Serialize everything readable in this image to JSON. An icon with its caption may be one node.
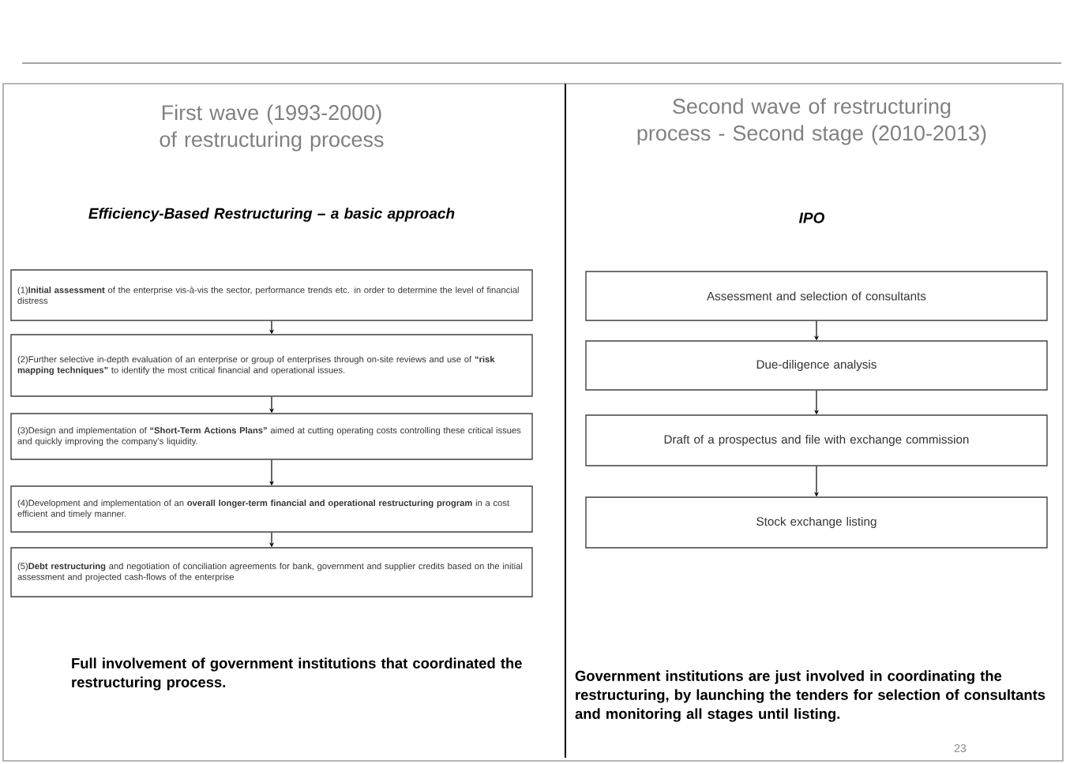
{
  "diagram": {
    "nodes": [
      {
        "text": [
          "(1)**Initial assessment** of the enterprise vis-à-vis the sector, performance trends etc. in order to determine the level of financial distress"
        ]
      },
      {
        "text": [
          "(2)Further selective in-depth evaluation of an enterprise or group of enterprises through on-site reviews and use of **“risk mapping techniques”** to identify the most critical financial and operational issues."
        ]
      },
      {
        "text": [
          "(3)Design and implementation of **“Short-Term Actions Plans”** aimed at cutting operating costs controlling these critical issues and quickly improving the company’s liquidity."
        ]
      },
      {
        "text": [
          "(4)Development and implementation of an **overall longer-term financial and operational restructuring program** in a cost efficient and timely manner."
        ]
      },
      {
        "text": [
          "(5)**Debt restructuring** and negotiation of conciliation agreements for bank, government and supplier credits based on the initial assessment and projected cash-flows of the enterprise"
        ]
      },
      {
        "text": [
          "Assessment and selection of consultants"
        ]
      },
      {
        "text": [
          "Due-diligence analysis"
        ]
      },
      {
        "text": [
          "Draft of a prospectus and file with exchange commission"
        ]
      },
      {
        "text": [
          "Stock exchange listing"
        ]
      }
    ],
    "edges": [
      {
        "from": 0,
        "to": 1,
        "arrow": "to"
      },
      {
        "from": 1,
        "to": 2,
        "arrow": "to"
      },
      {
        "from": 2,
        "to": 3,
        "arrow": "to"
      },
      {
        "from": 3,
        "to": 4,
        "arrow": "to"
      },
      {
        "from": 5,
        "to": 6,
        "arrow": "to"
      },
      {
        "from": 6,
        "to": 7,
        "arrow": "to"
      },
      {
        "from": 7,
        "to": 8,
        "arrow": "to"
      }
    ],
    "labels": [
      "First wave  (1993-2000) of restructuring process",
      "Second wave of restructuring process - Second stage (2010-2013)",
      "Efficiency-Based Restructuring – a basic approach",
      "IPO",
      "Full involvement of government institutions that coordinated the restructuring process.",
      "Government institutions are just involved in coordinating the restructuring, by launching the tenders for selection of consultants and monitoring all stages until listing.",
      "23"
    ]
  }
}
